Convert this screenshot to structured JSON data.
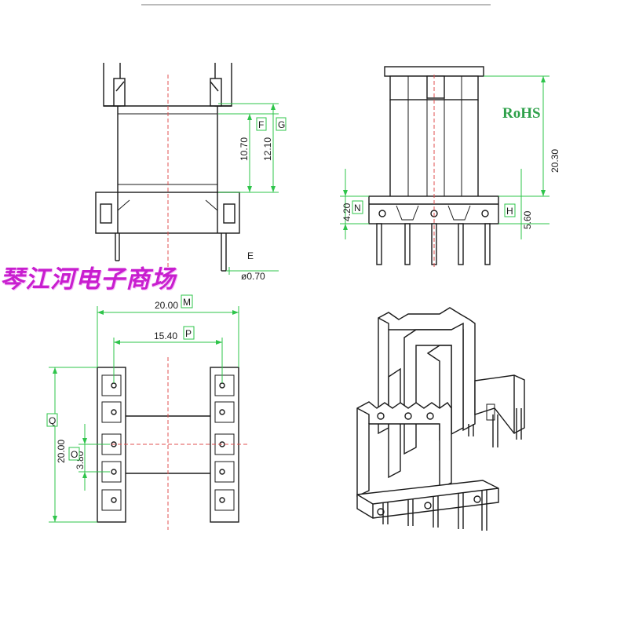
{
  "rohs_label": "RoHS",
  "watermark": "琴江河电子商场",
  "dimensions": {
    "front_view": {
      "f_label": "F",
      "f_value": "10.70",
      "g_label": "G",
      "g_value": "12.10",
      "e_label": "E",
      "e_value": "ø0.70"
    },
    "side_view": {
      "n_label": "N",
      "n_value": "4.20",
      "h_label": "H",
      "h_value": "5.60",
      "height_value": "20.30"
    },
    "bottom_view": {
      "m_label": "M",
      "m_value": "20.00",
      "p_label": "P",
      "p_value": "15.40",
      "q_label": "Q",
      "q_value": "20.00",
      "o_label": "O",
      "o_value": "3.80"
    }
  },
  "colors": {
    "dimension_lines": "#2ec44a",
    "center_lines": "#e05050",
    "watermark": "#c81ecf",
    "rohs": "#2ea04a"
  }
}
